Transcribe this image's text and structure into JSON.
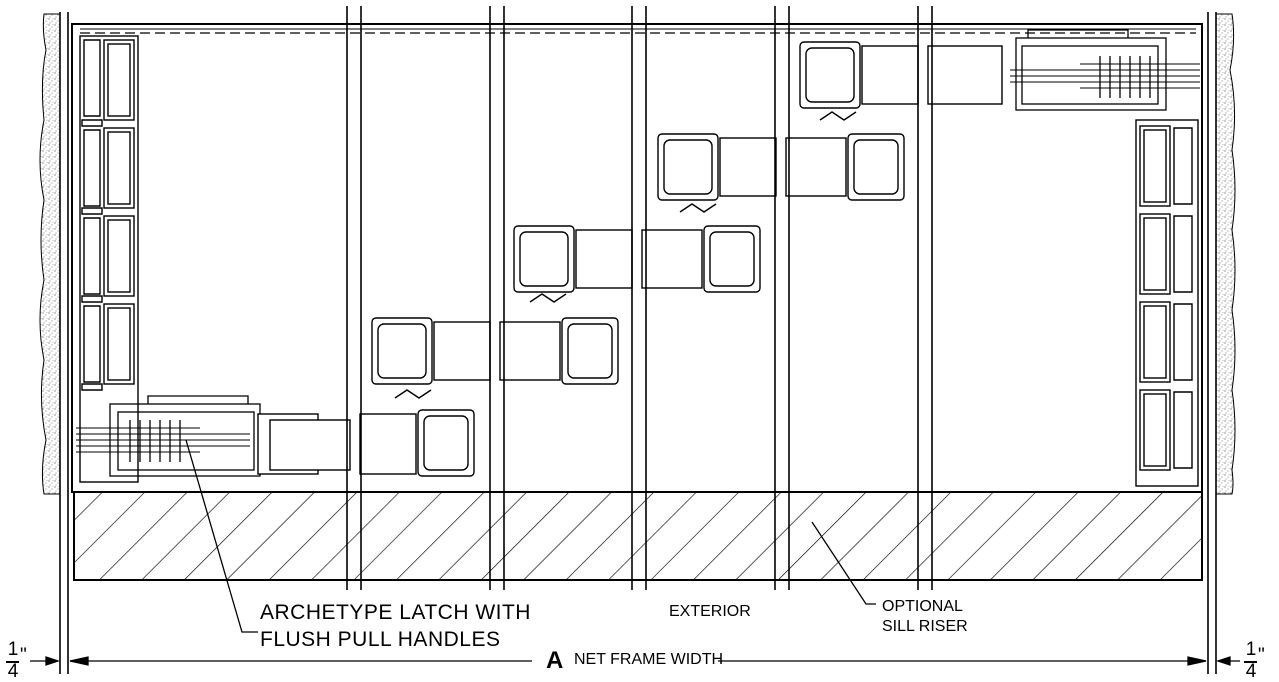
{
  "labels": {
    "latch_line1": "ARCHETYPE LATCH WITH",
    "latch_line2": "FLUSH PULL HANDLES",
    "exterior": "EXTERIOR",
    "sill_line1": "OPTIONAL",
    "sill_line2": "SILL RISER",
    "dim_letter": "A",
    "dim_text": "NET FRAME WIDTH",
    "left_clearance": {
      "numerator": "1",
      "denominator": "4",
      "unit": "\""
    },
    "right_clearance": {
      "numerator": "1",
      "denominator": "4",
      "unit": "\""
    }
  },
  "colors": {
    "line": "#000000",
    "background": "#ffffff",
    "stipple": "#555555"
  },
  "panel_count": 6
}
